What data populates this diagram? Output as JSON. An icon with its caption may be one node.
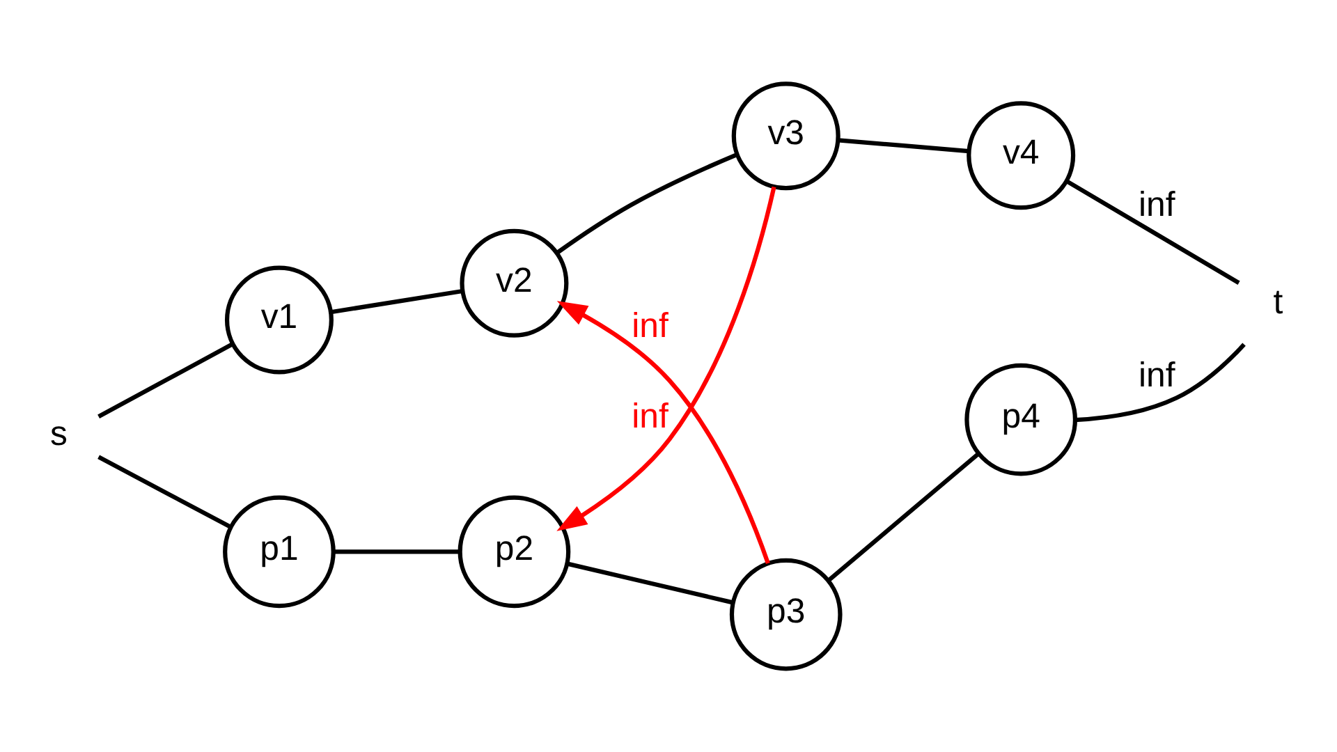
{
  "diagram": {
    "nodes": [
      {
        "text": [
          "s"
        ]
      },
      {
        "text": [
          "v1"
        ]
      },
      {
        "text": [
          "v2"
        ]
      },
      {
        "text": [
          "v3"
        ]
      },
      {
        "text": [
          "v4"
        ]
      },
      {
        "text": [
          "t"
        ]
      },
      {
        "text": [
          "p1"
        ]
      },
      {
        "text": [
          "p2"
        ]
      },
      {
        "text": [
          "p3"
        ]
      },
      {
        "text": [
          "p4"
        ]
      }
    ],
    "edges": [
      {
        "from": 0,
        "to": 1,
        "arrow": "none"
      },
      {
        "from": 1,
        "to": 2,
        "arrow": "none"
      },
      {
        "from": 2,
        "to": 3,
        "arrow": "none"
      },
      {
        "from": 3,
        "to": 4,
        "arrow": "none"
      },
      {
        "from": 4,
        "to": 5,
        "arrow": "none",
        "label": "inf"
      },
      {
        "from": 0,
        "to": 6,
        "arrow": "none"
      },
      {
        "from": 6,
        "to": 7,
        "arrow": "none"
      },
      {
        "from": 7,
        "to": 8,
        "arrow": "none"
      },
      {
        "from": 8,
        "to": 9,
        "arrow": "none"
      },
      {
        "from": 9,
        "to": 5,
        "arrow": "none",
        "label": "inf"
      },
      {
        "from": 8,
        "to": 2,
        "arrow": "to",
        "label": "inf",
        "color": "#ff0000"
      },
      {
        "from": 3,
        "to": 7,
        "arrow": "to",
        "label": "inf",
        "color": "#ff0000"
      }
    ]
  }
}
